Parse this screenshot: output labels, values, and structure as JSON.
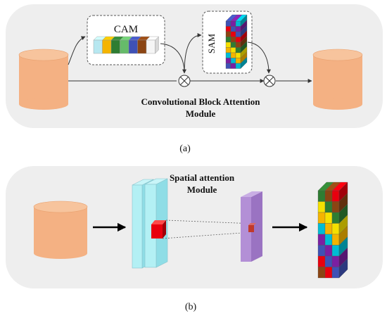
{
  "panel_a": {
    "cam_label": "CAM",
    "sam_label": "SAM",
    "module_title_line1": "Convolutional Block Attention",
    "module_title_line2": "Module",
    "caption": "(a)"
  },
  "panel_b": {
    "module_title_line1": "Spatial attention",
    "module_title_line2": "Module",
    "caption": "(b)"
  },
  "colors": {
    "panel_background": "#eeeeee",
    "cylinder": "#f4b183",
    "cam_channels": [
      "#b7e7f0",
      "#f4b400",
      "#2e7d32",
      "#66bb6a",
      "#3f51b5",
      "#8b4513",
      "#f5f5f5"
    ],
    "feature_map_slab": "#b3f0f4",
    "attention_map_slab": "#b38fd6",
    "highlight_block": "#e8000e",
    "grid_palette": [
      "#f4b400",
      "#3f51b5",
      "#2e7d32",
      "#00bcd4",
      "#e8000e",
      "#f5e000",
      "#7b1fa2",
      "#8b4513"
    ]
  },
  "icons": [
    "multiply-circle-icon",
    "arrow-right-icon"
  ]
}
